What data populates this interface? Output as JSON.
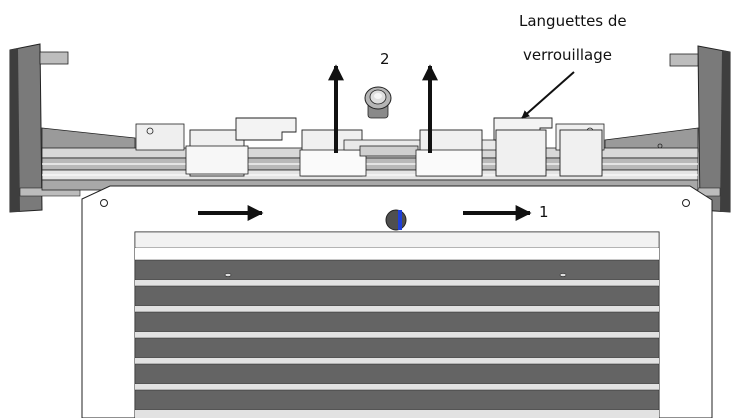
{
  "callout": {
    "line1": "Languettes de",
    "line2": "verrouillage"
  },
  "steps": {
    "step1": "1",
    "step2": "2"
  },
  "colors": {
    "line": "#222222",
    "frame_dark": "#4a4a4a",
    "frame_mid": "#8c8c8c",
    "metal_light": "#e6e6e6",
    "metal_white": "#fafafa",
    "louver_dark": "#5f5f5f",
    "louver_light": "#d9d9d9",
    "indicator": "#1f3fd8"
  },
  "icons": {
    "arrow_right": "arrow-right-icon",
    "arrow_up": "arrow-up-icon",
    "knob": "knob-icon"
  }
}
